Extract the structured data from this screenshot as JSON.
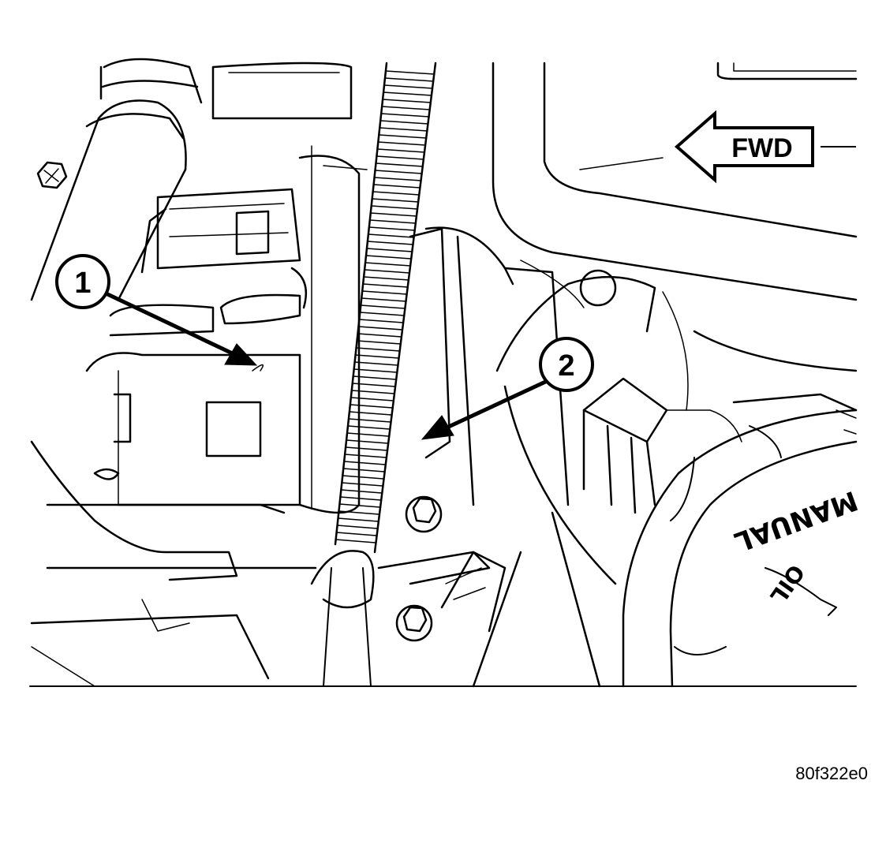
{
  "figure": {
    "callouts": [
      {
        "number": "1"
      },
      {
        "number": "2"
      }
    ],
    "direction_arrow": {
      "label": "FWD"
    },
    "cap_text": [
      "MANUAL",
      "OIL"
    ],
    "figure_id": "80f322e0"
  }
}
